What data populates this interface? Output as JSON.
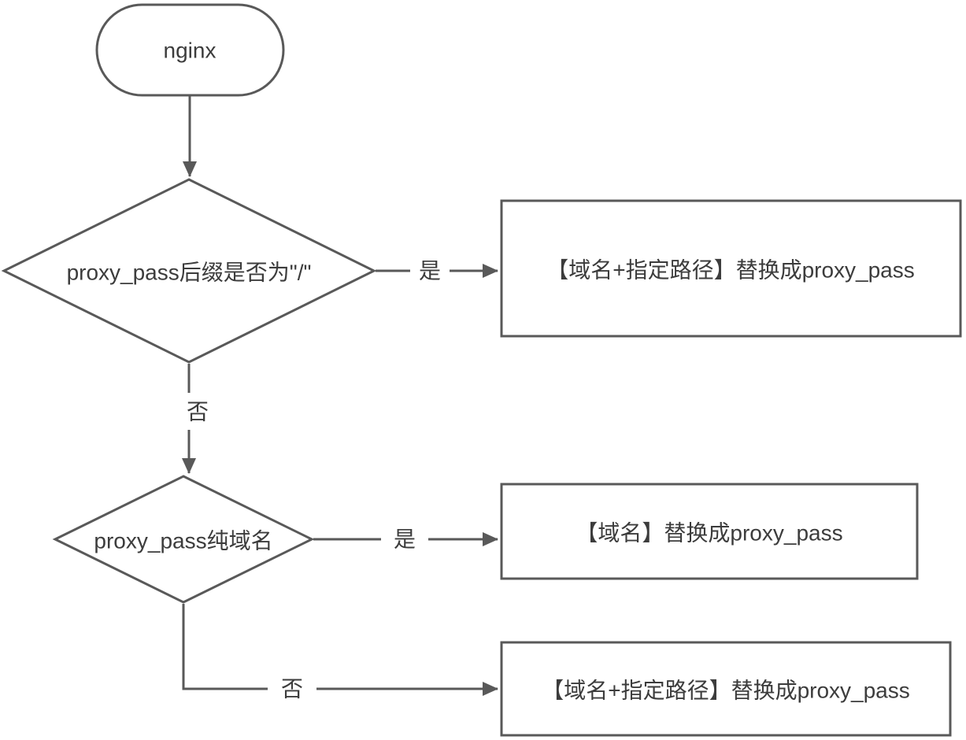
{
  "colors": {
    "stroke": "#595959",
    "text": "#3c3c3c",
    "background": "#ffffff"
  },
  "nodes": {
    "start": {
      "type": "terminator",
      "label": "nginx"
    },
    "decision1": {
      "type": "decision",
      "label": "proxy_pass后缀是否为\"/\""
    },
    "process_yes1": {
      "type": "process",
      "label": "【域名+指定路径】替换成proxy_pass"
    },
    "decision2": {
      "type": "decision",
      "label": "proxy_pass纯域名"
    },
    "process_yes2": {
      "type": "process",
      "label": "【域名】替换成proxy_pass"
    },
    "process_no2": {
      "type": "process",
      "label": "【域名+指定路径】替换成proxy_pass"
    }
  },
  "edges": {
    "decision1_yes": {
      "label": "是"
    },
    "decision1_no": {
      "label": "否"
    },
    "decision2_yes": {
      "label": "是"
    },
    "decision2_no": {
      "label": "否"
    }
  }
}
